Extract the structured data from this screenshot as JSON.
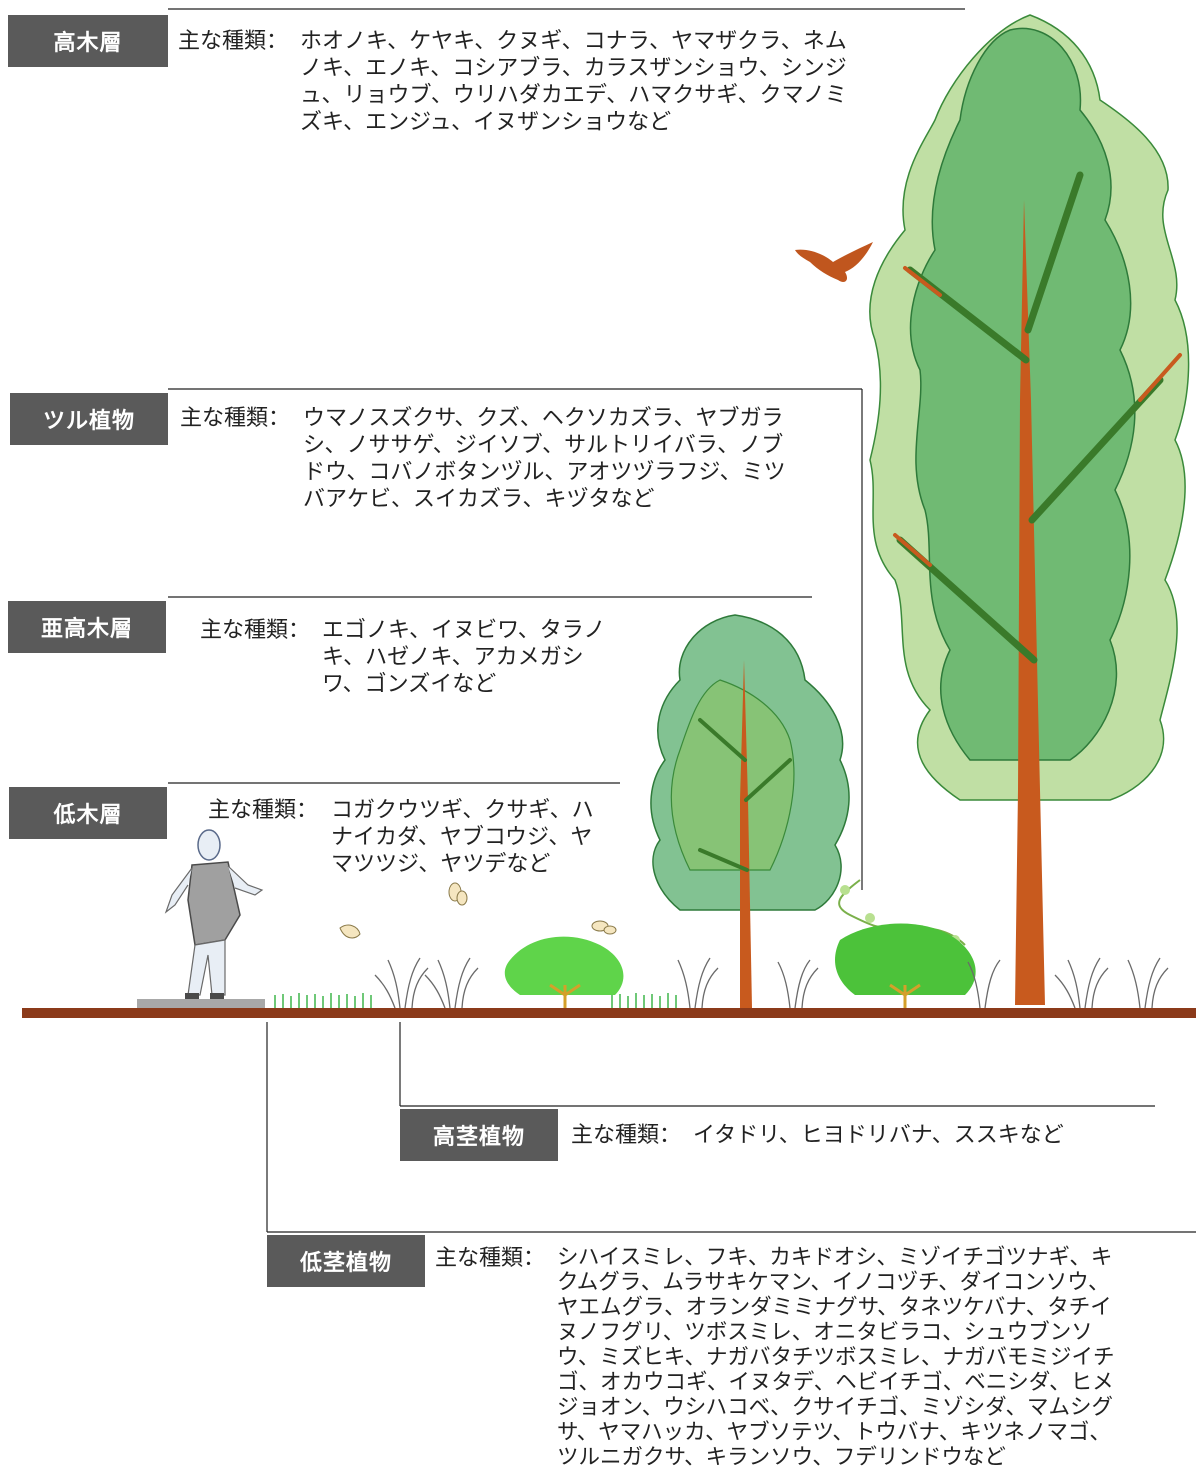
{
  "prefix": "主な種類：",
  "colors": {
    "tag_bg": "#5a5a5a",
    "ground": "#8b3a1a",
    "trunk": "#c85a1e",
    "foliage_dark": "#2e9a4a",
    "foliage_light": "#8cc45a",
    "bird": "#c0561e"
  },
  "layers": {
    "tall_tree": {
      "name": "高木層",
      "lines": [
        "ホオノキ、ケヤキ、クヌギ、コナラ、ヤマザクラ、ネム",
        "ノキ、エノキ、コシアブラ、カラスザンショウ、シンジ",
        "ュ、リョウブ、ウリハダカエデ、ハマクサギ、クマノミ",
        "ズキ、エンジュ、イヌザンショウなど"
      ]
    },
    "vine": {
      "name": "ツル植物",
      "lines": [
        "ウマノスズクサ、クズ、ヘクソカズラ、ヤブガラ",
        "シ、ノササゲ、ジイソブ、サルトリイバラ、ノブ",
        "ドウ、コバノボタンヅル、アオツヅラフジ、ミツ",
        "バアケビ、スイカズラ、キヅタなど"
      ]
    },
    "subtall_tree": {
      "name": "亜高木層",
      "lines": [
        "エゴノキ、イヌビワ、タラノ",
        "キ、ハゼノキ、アカメガシ",
        "ワ、ゴンズイなど"
      ]
    },
    "shrub": {
      "name": "低木層",
      "lines": [
        "コガクウツギ、クサギ、ハ",
        "ナイカダ、ヤブコウジ、ヤ",
        "マツツジ、ヤツデなど"
      ]
    },
    "tall_herb": {
      "name": "高茎植物",
      "lines": [
        "イタドリ、ヒヨドリバナ、ススキなど"
      ]
    },
    "low_herb": {
      "name": "低茎植物",
      "lines": [
        "シハイスミレ、フキ、カキドオシ、ミゾイチゴツナギ、キ",
        "クムグラ、ムラサキケマン、イノコヅチ、ダイコンソウ、",
        "ヤエムグラ、オランダミミナグサ、タネツケバナ、タチイ",
        "ヌノフグリ、ツボスミレ、オニタビラコ、シュウブンソ",
        "ウ、ミズヒキ、ナガバタチツボスミレ、ナガバモミジイチ",
        "ゴ、オカウコギ、イヌタデ、ヘビイチゴ、ベニシダ、ヒメ",
        "ジョオン、ウシハコベ、クサイチゴ、ミゾシダ、マムシグ",
        "サ、ヤマハッカ、ヤブソテツ、トウバナ、キツネノマゴ、",
        "ツルニガクサ、キランソウ、フデリンドウなど"
      ]
    }
  }
}
